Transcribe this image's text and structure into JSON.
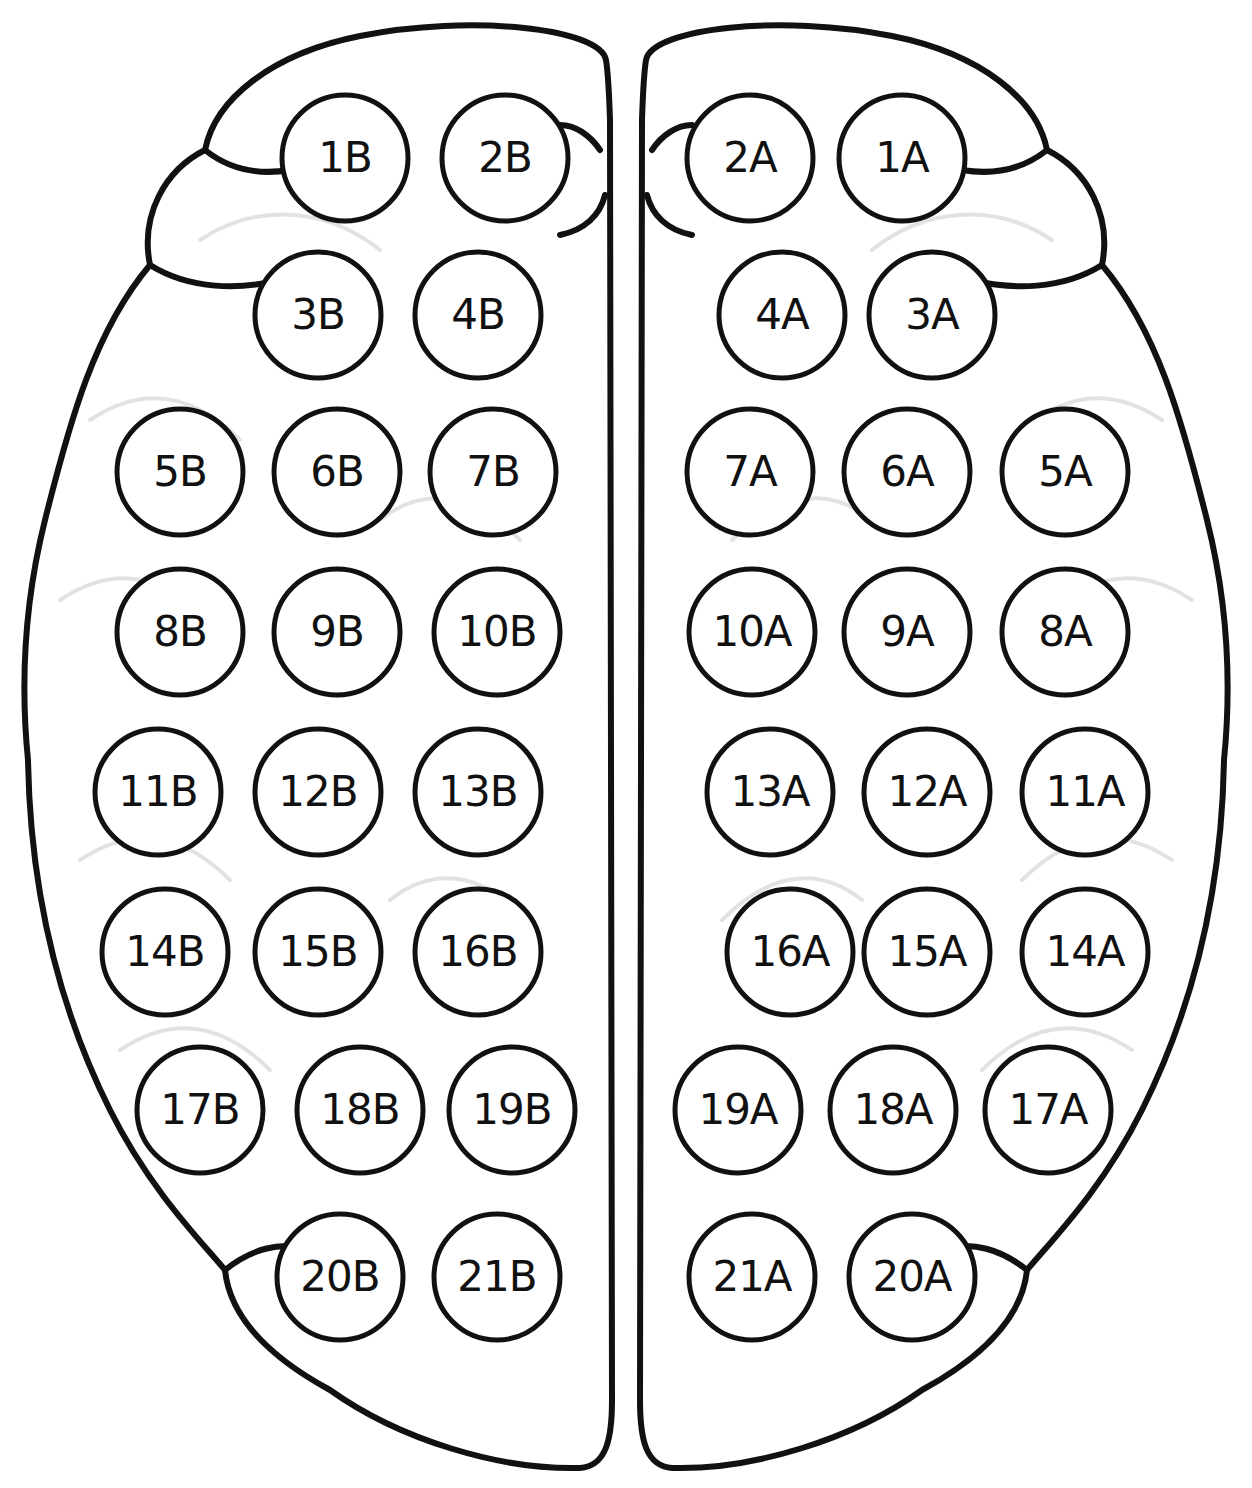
{
  "diagram": {
    "nodes": [
      {
        "text": [
          "1B"
        ]
      },
      {
        "text": [
          "2B"
        ]
      },
      {
        "text": [
          "2A"
        ]
      },
      {
        "text": [
          "1A"
        ]
      },
      {
        "text": [
          "3B"
        ]
      },
      {
        "text": [
          "4B"
        ]
      },
      {
        "text": [
          "4A"
        ]
      },
      {
        "text": [
          "3A"
        ]
      },
      {
        "text": [
          "5B"
        ]
      },
      {
        "text": [
          "6B"
        ]
      },
      {
        "text": [
          "7B"
        ]
      },
      {
        "text": [
          "7A"
        ]
      },
      {
        "text": [
          "6A"
        ]
      },
      {
        "text": [
          "5A"
        ]
      },
      {
        "text": [
          "8B"
        ]
      },
      {
        "text": [
          "9B"
        ]
      },
      {
        "text": [
          "10B"
        ]
      },
      {
        "text": [
          "10A"
        ]
      },
      {
        "text": [
          "9A"
        ]
      },
      {
        "text": [
          "8A"
        ]
      },
      {
        "text": [
          "11B"
        ]
      },
      {
        "text": [
          "12B"
        ]
      },
      {
        "text": [
          "13B"
        ]
      },
      {
        "text": [
          "13A"
        ]
      },
      {
        "text": [
          "12A"
        ]
      },
      {
        "text": [
          "11A"
        ]
      },
      {
        "text": [
          "14B"
        ]
      },
      {
        "text": [
          "15B"
        ]
      },
      {
        "text": [
          "16B"
        ]
      },
      {
        "text": [
          "16A"
        ]
      },
      {
        "text": [
          "15A"
        ]
      },
      {
        "text": [
          "14A"
        ]
      },
      {
        "text": [
          "17B"
        ]
      },
      {
        "text": [
          "18B"
        ]
      },
      {
        "text": [
          "19B"
        ]
      },
      {
        "text": [
          "19A"
        ]
      },
      {
        "text": [
          "18A"
        ]
      },
      {
        "text": [
          "17A"
        ]
      },
      {
        "text": [
          "20B"
        ]
      },
      {
        "text": [
          "21B"
        ]
      },
      {
        "text": [
          "21A"
        ]
      },
      {
        "text": [
          "20A"
        ]
      }
    ]
  }
}
